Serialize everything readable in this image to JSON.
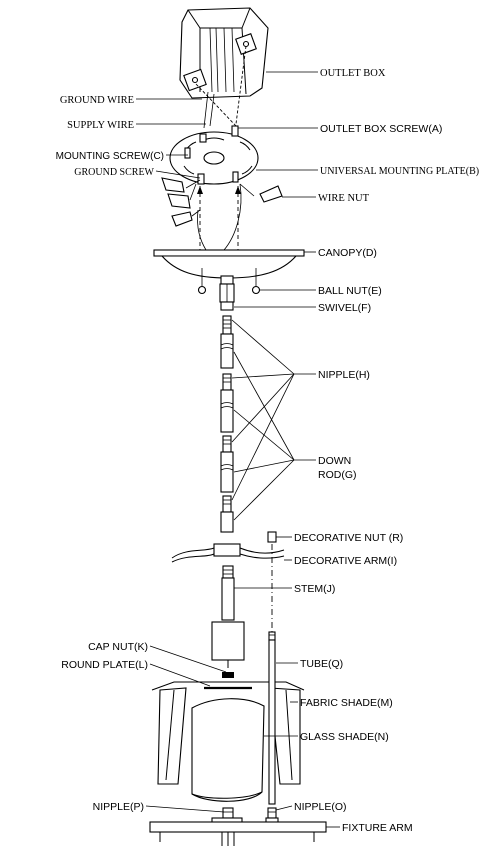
{
  "labels": {
    "outlet_box": "OUTLET BOX",
    "ground_wire": "GROUND WIRE",
    "supply_wire": "SUPPLY WIRE",
    "outlet_box_screw": "OUTLET BOX SCREW(A)",
    "mounting_screw": "MOUNTING SCREW(C)",
    "ground_screw": "GROUND SCREW",
    "universal_mounting_plate": "UNIVERSAL MOUNTING PLATE(B)",
    "wire_nut": "WIRE NUT",
    "canopy": "CANOPY(D)",
    "ball_nut": "BALL NUT(E)",
    "swivel": "SWIVEL(F)",
    "nipple_h": "NIPPLE(H)",
    "down_rod_1": "DOWN",
    "down_rod_2": "ROD(G)",
    "decorative_nut": "DECORATIVE NUT (R)",
    "decorative_arm": "DECORATIVE ARM(I)",
    "stem": "STEM(J)",
    "cap_nut": "CAP NUT(K)",
    "round_plate": "ROUND PLATE(L)",
    "tube": "TUBE(Q)",
    "fabric_shade": "FABRIC SHADE(M)",
    "glass_shade": "GLASS SHADE(N)",
    "nipple_p": "NIPPLE(P)",
    "nipple_o": "NIPPLE(O)",
    "fixture_arm": "FIXTURE ARM"
  }
}
